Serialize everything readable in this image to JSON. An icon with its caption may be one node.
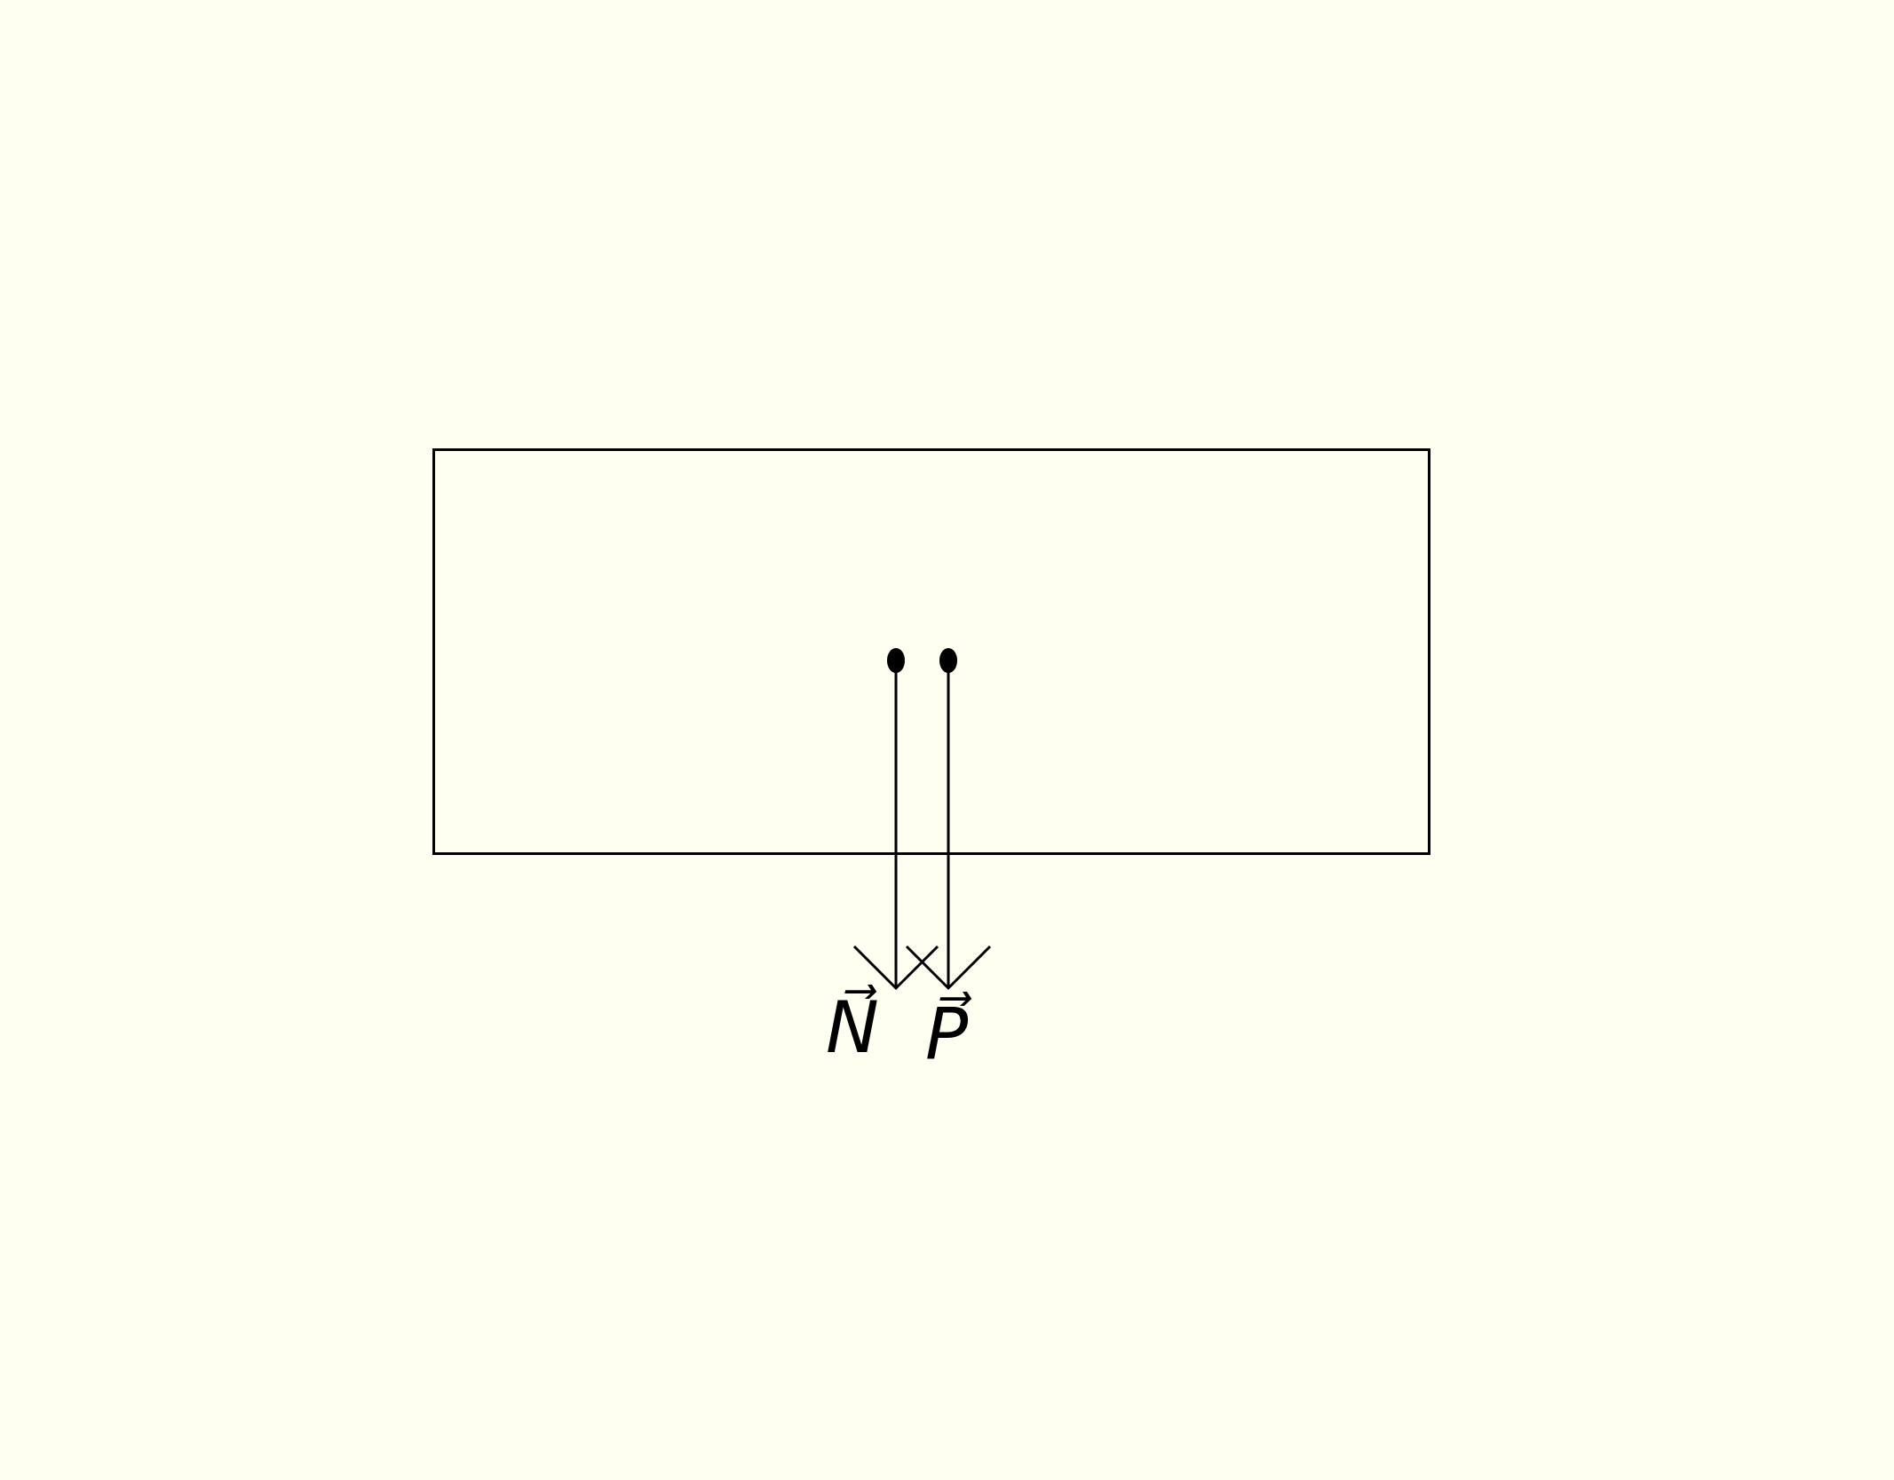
{
  "diagram": {
    "nodes": [
      {
        "text": [],
        "shape": "box"
      }
    ],
    "labels": [
      "N⃗",
      "P⃗"
    ]
  }
}
